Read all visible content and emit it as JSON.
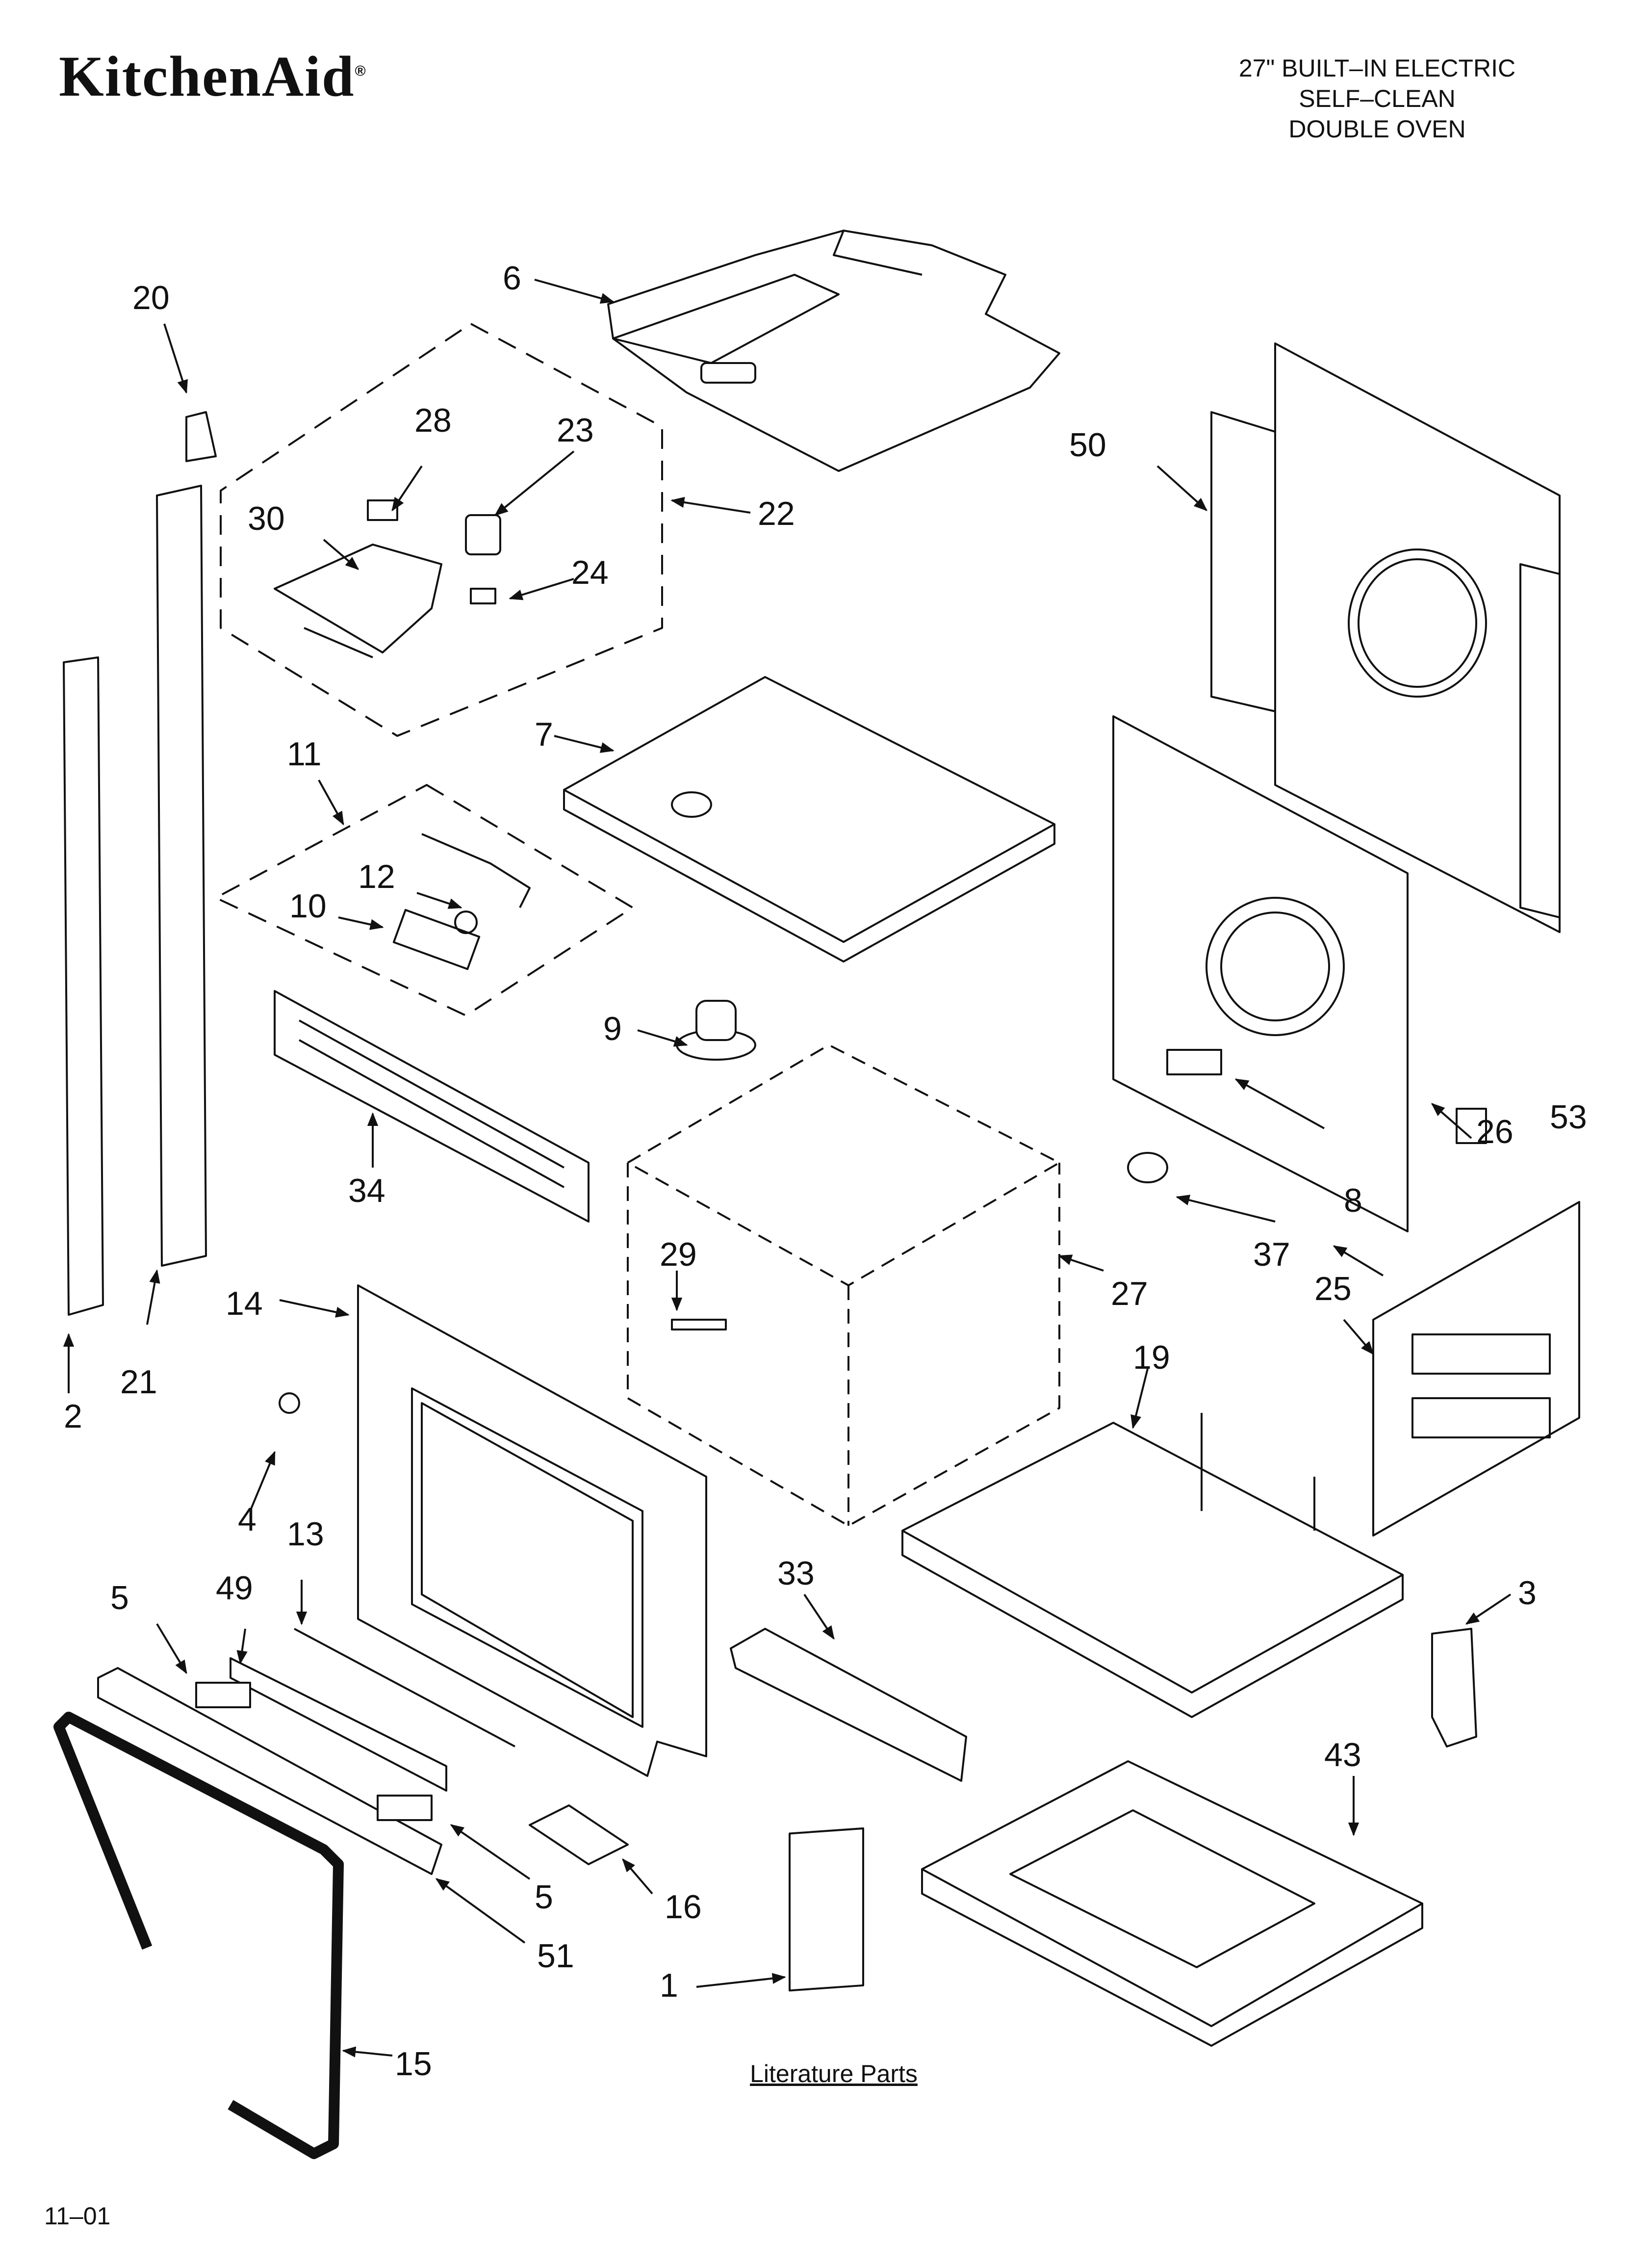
{
  "brand": {
    "name": "KitchenAid",
    "mark": "®"
  },
  "header": {
    "line1": "27\" BUILT–IN ELECTRIC",
    "line2": "SELF–CLEAN",
    "line3": "DOUBLE OVEN"
  },
  "footer": {
    "literature_label": "Literature Parts",
    "date_code": "11–01"
  },
  "callouts": [
    "1",
    "2",
    "3",
    "4",
    "5",
    "5",
    "6",
    "7",
    "8",
    "9",
    "10",
    "11",
    "12",
    "13",
    "14",
    "15",
    "16",
    "19",
    "20",
    "21",
    "22",
    "23",
    "24",
    "25",
    "26",
    "27",
    "28",
    "29",
    "30",
    "33",
    "34",
    "37",
    "43",
    "49",
    "50",
    "51",
    "53"
  ]
}
